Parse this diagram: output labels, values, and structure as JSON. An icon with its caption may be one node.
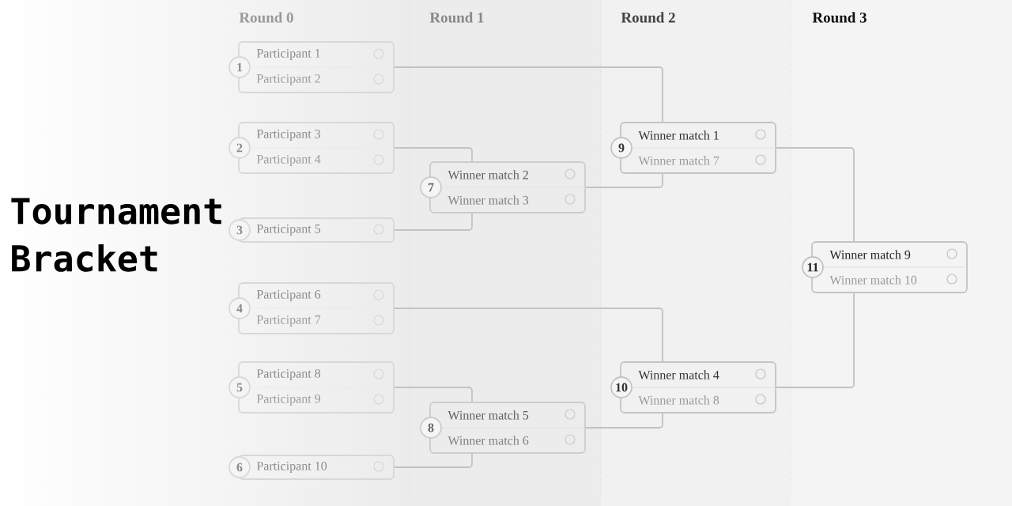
{
  "diagram": {
    "title": "Tournament Bracket",
    "nodes": [
      {
        "text": [
          "1",
          "Participant 1",
          "Participant 2"
        ]
      },
      {
        "text": [
          "2",
          "Participant 3",
          "Participant 4"
        ]
      },
      {
        "text": [
          "3",
          "Participant 5"
        ]
      },
      {
        "text": [
          "4",
          "Participant 6",
          "Participant 7"
        ]
      },
      {
        "text": [
          "5",
          "Participant 8",
          "Participant 9"
        ]
      },
      {
        "text": [
          "6",
          "Participant 10"
        ]
      },
      {
        "text": [
          "7",
          "Winner match 2",
          "Winner match 3"
        ]
      },
      {
        "text": [
          "8",
          "Winner match 5",
          "Winner match 6"
        ]
      },
      {
        "text": [
          "9",
          "Winner match 1",
          "Winner match 7"
        ]
      },
      {
        "text": [
          "10",
          "Winner match 4",
          "Winner match 8"
        ]
      },
      {
        "text": [
          "11",
          "Winner match 9",
          "Winner match 10"
        ]
      }
    ],
    "edges": [
      {
        "from": 0,
        "to": 8,
        "arrow": "none"
      },
      {
        "from": 1,
        "to": 6,
        "arrow": "none"
      },
      {
        "from": 2,
        "to": 6,
        "arrow": "none"
      },
      {
        "from": 3,
        "to": 9,
        "arrow": "none"
      },
      {
        "from": 4,
        "to": 7,
        "arrow": "none"
      },
      {
        "from": 5,
        "to": 7,
        "arrow": "none"
      },
      {
        "from": 6,
        "to": 8,
        "arrow": "none"
      },
      {
        "from": 7,
        "to": 9,
        "arrow": "none"
      },
      {
        "from": 8,
        "to": 10,
        "arrow": "none"
      },
      {
        "from": 9,
        "to": 10,
        "arrow": "none"
      }
    ],
    "labels": [
      "Round 0",
      "Round 1",
      "Round 2",
      "Round 3"
    ]
  }
}
